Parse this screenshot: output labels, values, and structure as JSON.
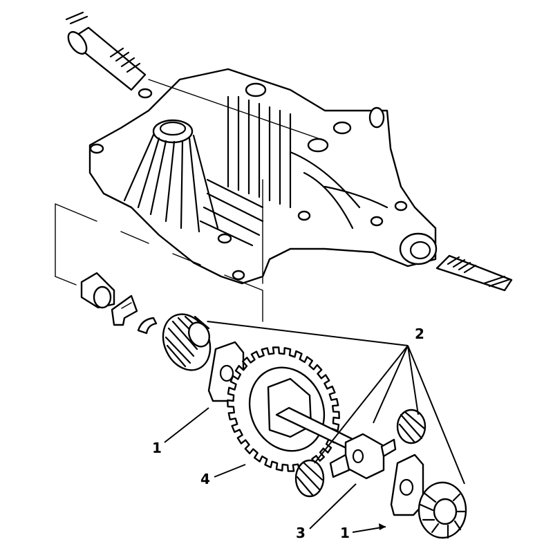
{
  "callouts": [
    {
      "id": "1",
      "label": "1"
    },
    {
      "id": "1b",
      "label": "1"
    },
    {
      "id": "2",
      "label": "2"
    },
    {
      "id": "3",
      "label": "3"
    },
    {
      "id": "4",
      "label": "4"
    }
  ]
}
